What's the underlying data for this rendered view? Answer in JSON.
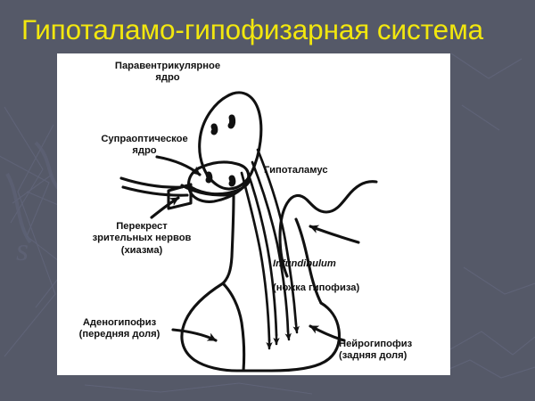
{
  "slide": {
    "title": "Гипоталамо-гипофизарная система",
    "background_color": "#555968",
    "title_color": "#F2E70E",
    "panel_color": "#FFFFFF",
    "ink_color": "#111111"
  },
  "diagram": {
    "name": "hypothalamic-pituitary-system-diagram",
    "labels": {
      "paraventricular_nucleus": "Паравентрикулярное\nядро",
      "supraoptic_nucleus": "Супраоптическое\nядро",
      "hypothalamus": "Гипоталамус",
      "optic_chiasm": "Перекрест\nзрительных нервов\n(хиазма)",
      "infundibulum_title": "Infundibulum",
      "infundibulum_subtitle": "(ножка гипофиза)",
      "adenohypophysis": "Аденогипофиз\n(передняя доля)",
      "neurohypophysis": "Нейрогипофиз\n(задняя доля)"
    }
  }
}
